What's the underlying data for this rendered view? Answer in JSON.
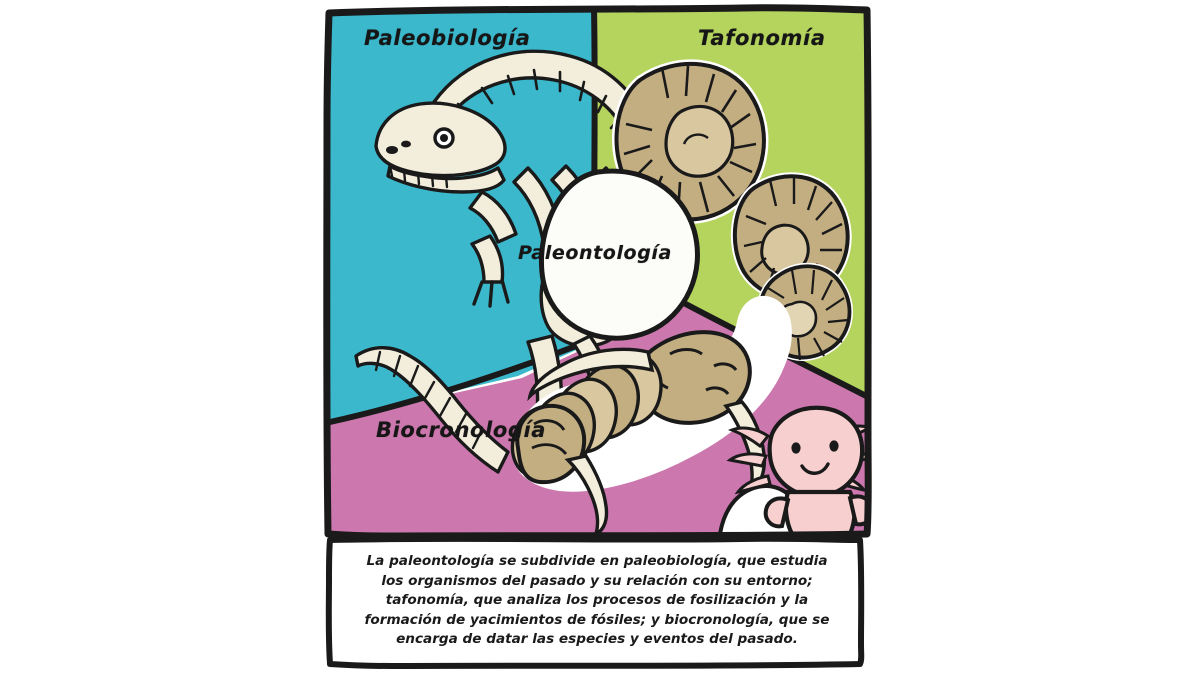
{
  "figure": {
    "center_label": "Paleontología",
    "quadrants": [
      {
        "key": "paleobiologia",
        "label": "Paleobiología",
        "color": "#3BB8CC",
        "illustration": "dinosaur-skeleton"
      },
      {
        "key": "tafonomia",
        "label": "Tafonomía",
        "color": "#B5D45E",
        "illustration": "ammonite-fossils"
      },
      {
        "key": "biocronologia",
        "label": "Biocronología",
        "color": "#CC78AE",
        "illustration": "trilobite-fossil"
      }
    ],
    "mascot": {
      "name": "axolotl",
      "body_color": "#F7CFCF",
      "outline_color": "#1a1a1a"
    },
    "center_circle_color": "#FCFCF8",
    "fossil_color": "#C3AE82",
    "bone_color": "#F3EEDC",
    "outline_color": "#1a1a1a",
    "caption": "La paleontología se subdivide en paleobiología, que estudia los organismos del pasado y su relación con su entorno; tafonomía, que analiza los procesos de fosilización y la formación de yacimientos de fósiles; y biocronología, que se encarga de datar las especies y eventos del pasado."
  }
}
